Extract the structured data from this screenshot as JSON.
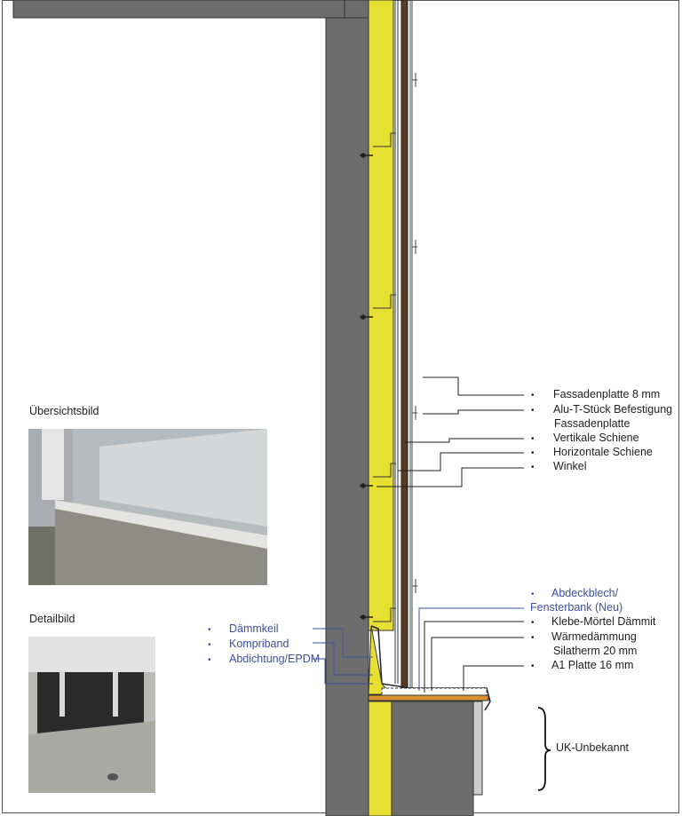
{
  "captions": {
    "overview": "Übersichtsbild",
    "detail": "Detailbild"
  },
  "labels_right": [
    "Fassadenplatte 8 mm",
    "Alu-T-Stück Befestigung",
    "Fassadenplatte",
    "Vertikale Schiene",
    "Horizontale Schiene",
    "Winkel"
  ],
  "labels_right_lower": {
    "abdeckblech_1": "Abdeckblech/",
    "abdeckblech_2": "Fensterbank (Neu)",
    "klebe": "Klebe-Mörtel Dämmit",
    "waerme_1": "Wärmedämmung",
    "waerme_2": "Silatherm 20 mm",
    "a1": "A1 Platte 16 mm"
  },
  "labels_left": [
    "Dämmkeil",
    "Kompriband",
    "Abdichtung/EPDM"
  ],
  "uk": "UK-Unbekannt",
  "bullet": "•",
  "colors": {
    "concrete": "#6d6d6d",
    "insulation": "#e6e033",
    "panel": "#5a3a22",
    "annotation_blue": "#3d4f9e"
  }
}
